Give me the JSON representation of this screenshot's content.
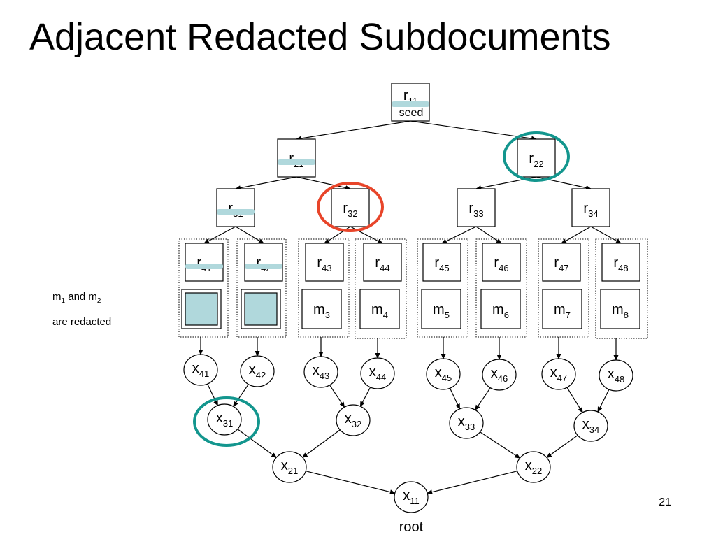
{
  "title": "Adjacent Redacted Subdocuments",
  "slide_number": "21",
  "note": {
    "line1": {
      "m": "m",
      "i1": "1",
      "mid": " and m",
      "i2": "2"
    },
    "line2": "are redacted"
  },
  "seed_label": "seed",
  "root_label": "root",
  "colors": {
    "redact_bar": "#b0d8dc",
    "redacted_fill": "#b0d8dc",
    "teal_circle": "#13968e",
    "red_circle": "#e8452a"
  },
  "r_nodes": [
    {
      "base": "r",
      "sub": "11",
      "redacted": true
    },
    {
      "base": "r",
      "sub": "21",
      "redacted": true
    },
    {
      "base": "r",
      "sub": "22",
      "redacted": false
    },
    {
      "base": "r",
      "sub": "31",
      "redacted": true
    },
    {
      "base": "r",
      "sub": "32",
      "redacted": false
    },
    {
      "base": "r",
      "sub": "33",
      "redacted": false
    },
    {
      "base": "r",
      "sub": "34",
      "redacted": false
    },
    {
      "base": "r",
      "sub": "41",
      "redacted": true
    },
    {
      "base": "r",
      "sub": "42",
      "redacted": true
    },
    {
      "base": "r",
      "sub": "43",
      "redacted": false
    },
    {
      "base": "r",
      "sub": "44",
      "redacted": false
    },
    {
      "base": "r",
      "sub": "45",
      "redacted": false
    },
    {
      "base": "r",
      "sub": "46",
      "redacted": false
    },
    {
      "base": "r",
      "sub": "47",
      "redacted": false
    },
    {
      "base": "r",
      "sub": "48",
      "redacted": false
    }
  ],
  "m_nodes": [
    {
      "base": "m",
      "sub": "1",
      "redacted": true
    },
    {
      "base": "m",
      "sub": "2",
      "redacted": true
    },
    {
      "base": "m",
      "sub": "3",
      "redacted": false
    },
    {
      "base": "m",
      "sub": "4",
      "redacted": false
    },
    {
      "base": "m",
      "sub": "5",
      "redacted": false
    },
    {
      "base": "m",
      "sub": "6",
      "redacted": false
    },
    {
      "base": "m",
      "sub": "7",
      "redacted": false
    },
    {
      "base": "m",
      "sub": "8",
      "redacted": false
    }
  ],
  "x_nodes": [
    {
      "base": "x",
      "sub": "41"
    },
    {
      "base": "x",
      "sub": "42"
    },
    {
      "base": "x",
      "sub": "43"
    },
    {
      "base": "x",
      "sub": "44"
    },
    {
      "base": "x",
      "sub": "45"
    },
    {
      "base": "x",
      "sub": "46"
    },
    {
      "base": "x",
      "sub": "47"
    },
    {
      "base": "x",
      "sub": "48"
    },
    {
      "base": "x",
      "sub": "31"
    },
    {
      "base": "x",
      "sub": "32"
    },
    {
      "base": "x",
      "sub": "33"
    },
    {
      "base": "x",
      "sub": "34"
    },
    {
      "base": "x",
      "sub": "21"
    },
    {
      "base": "x",
      "sub": "22"
    },
    {
      "base": "x",
      "sub": "11"
    }
  ]
}
